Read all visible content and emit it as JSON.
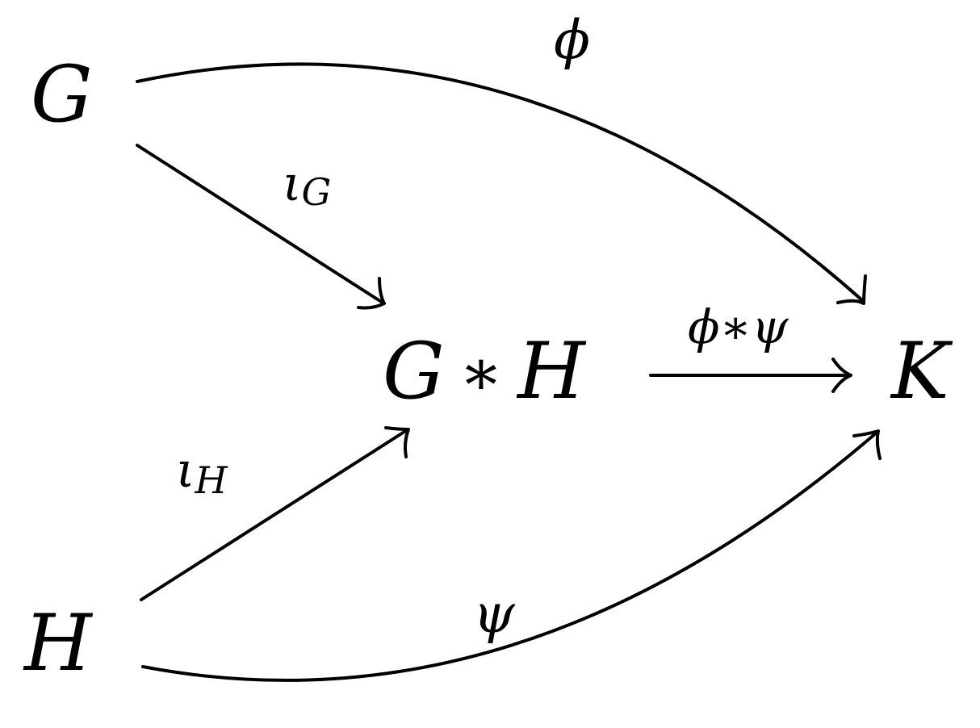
{
  "nodes": {
    "G": "G",
    "H": "H",
    "free_product": {
      "left": "G",
      "op": "∗",
      "right": "H"
    },
    "K": "K"
  },
  "edges": {
    "phi": {
      "label": "ϕ"
    },
    "psi": {
      "label": "ψ"
    },
    "iota_G": {
      "label": "ι",
      "subscript": "G"
    },
    "iota_H": {
      "label": "ι",
      "subscript": "H"
    },
    "phi_star_psi": {
      "left": "ϕ",
      "op": "∗",
      "right": "ψ"
    }
  }
}
